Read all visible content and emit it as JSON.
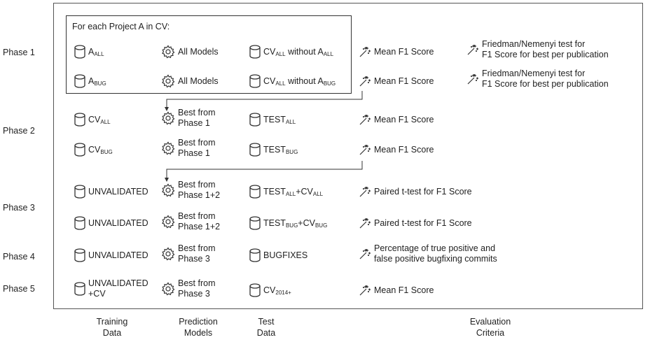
{
  "header": {
    "project_box_title": "For each Project A in CV:"
  },
  "phases": [
    "Phase 1",
    "Phase 2",
    "Phase 3",
    "Phase 4",
    "Phase 5"
  ],
  "columns": {
    "training": [
      "Training",
      "Data"
    ],
    "prediction": [
      "Prediction",
      "Models"
    ],
    "test": [
      "Test",
      "Data"
    ],
    "evaluation": [
      "Evaluation",
      "Criteria"
    ]
  },
  "rows": {
    "p1a": {
      "train": {
        "base": "A",
        "sub": "ALL",
        "tail": ""
      },
      "model": "All Models",
      "test": {
        "base": "CV",
        "sub": "ALL",
        "mid": " without A",
        "sub2": "ALL"
      },
      "eval": "Mean F1 Score",
      "eval2": [
        "Friedman/Nemenyi test for",
        "F1 Score for best per publication"
      ]
    },
    "p1b": {
      "train": {
        "base": "A",
        "sub": "BUG",
        "tail": ""
      },
      "model": "All Models",
      "test": {
        "base": "CV",
        "sub": "ALL",
        "mid": " without A",
        "sub2": "BUG"
      },
      "eval": "Mean F1 Score",
      "eval2": [
        "Friedman/Nemenyi test for",
        "F1 Score for best per publication"
      ]
    },
    "p2a": {
      "train": {
        "base": "CV",
        "sub": "ALL"
      },
      "model": [
        "Best from",
        "Phase 1"
      ],
      "test": {
        "base": "TEST",
        "sub": "ALL"
      },
      "eval": "Mean F1 Score"
    },
    "p2b": {
      "train": {
        "base": "CV",
        "sub": "BUG"
      },
      "model": [
        "Best from",
        "Phase 1"
      ],
      "test": {
        "base": "TEST",
        "sub": "BUG"
      },
      "eval": "Mean F1 Score"
    },
    "p3a": {
      "train": "UNVALIDATED",
      "model": [
        "Best from",
        "Phase 1+2"
      ],
      "test": {
        "base": "TEST",
        "sub": "ALL",
        "mid": "+CV",
        "sub2": "ALL"
      },
      "eval": "Paired t-test for F1 Score"
    },
    "p3b": {
      "train": "UNVALIDATED",
      "model": [
        "Best from",
        "Phase 1+2"
      ],
      "test": {
        "base": "TEST",
        "sub": "BUG",
        "mid": "+CV",
        "sub2": "BUG"
      },
      "eval": "Paired t-test for F1 Score"
    },
    "p4": {
      "train": "UNVALIDATED",
      "model": [
        "Best from",
        "Phase 3"
      ],
      "test": "BUGFIXES",
      "eval": [
        "Percentage of true positive and",
        "false positive bugfixing commits"
      ]
    },
    "p5": {
      "train": [
        "UNVALIDATED",
        "+CV"
      ],
      "model": [
        "Best from",
        "Phase 3"
      ],
      "test": {
        "base": "CV",
        "sub": "2014+"
      },
      "eval": "Mean F1 Score"
    }
  },
  "icons": {
    "data": "database-cylinder-icon",
    "model": "gear-icon",
    "eval": "magic-wand-icon"
  }
}
